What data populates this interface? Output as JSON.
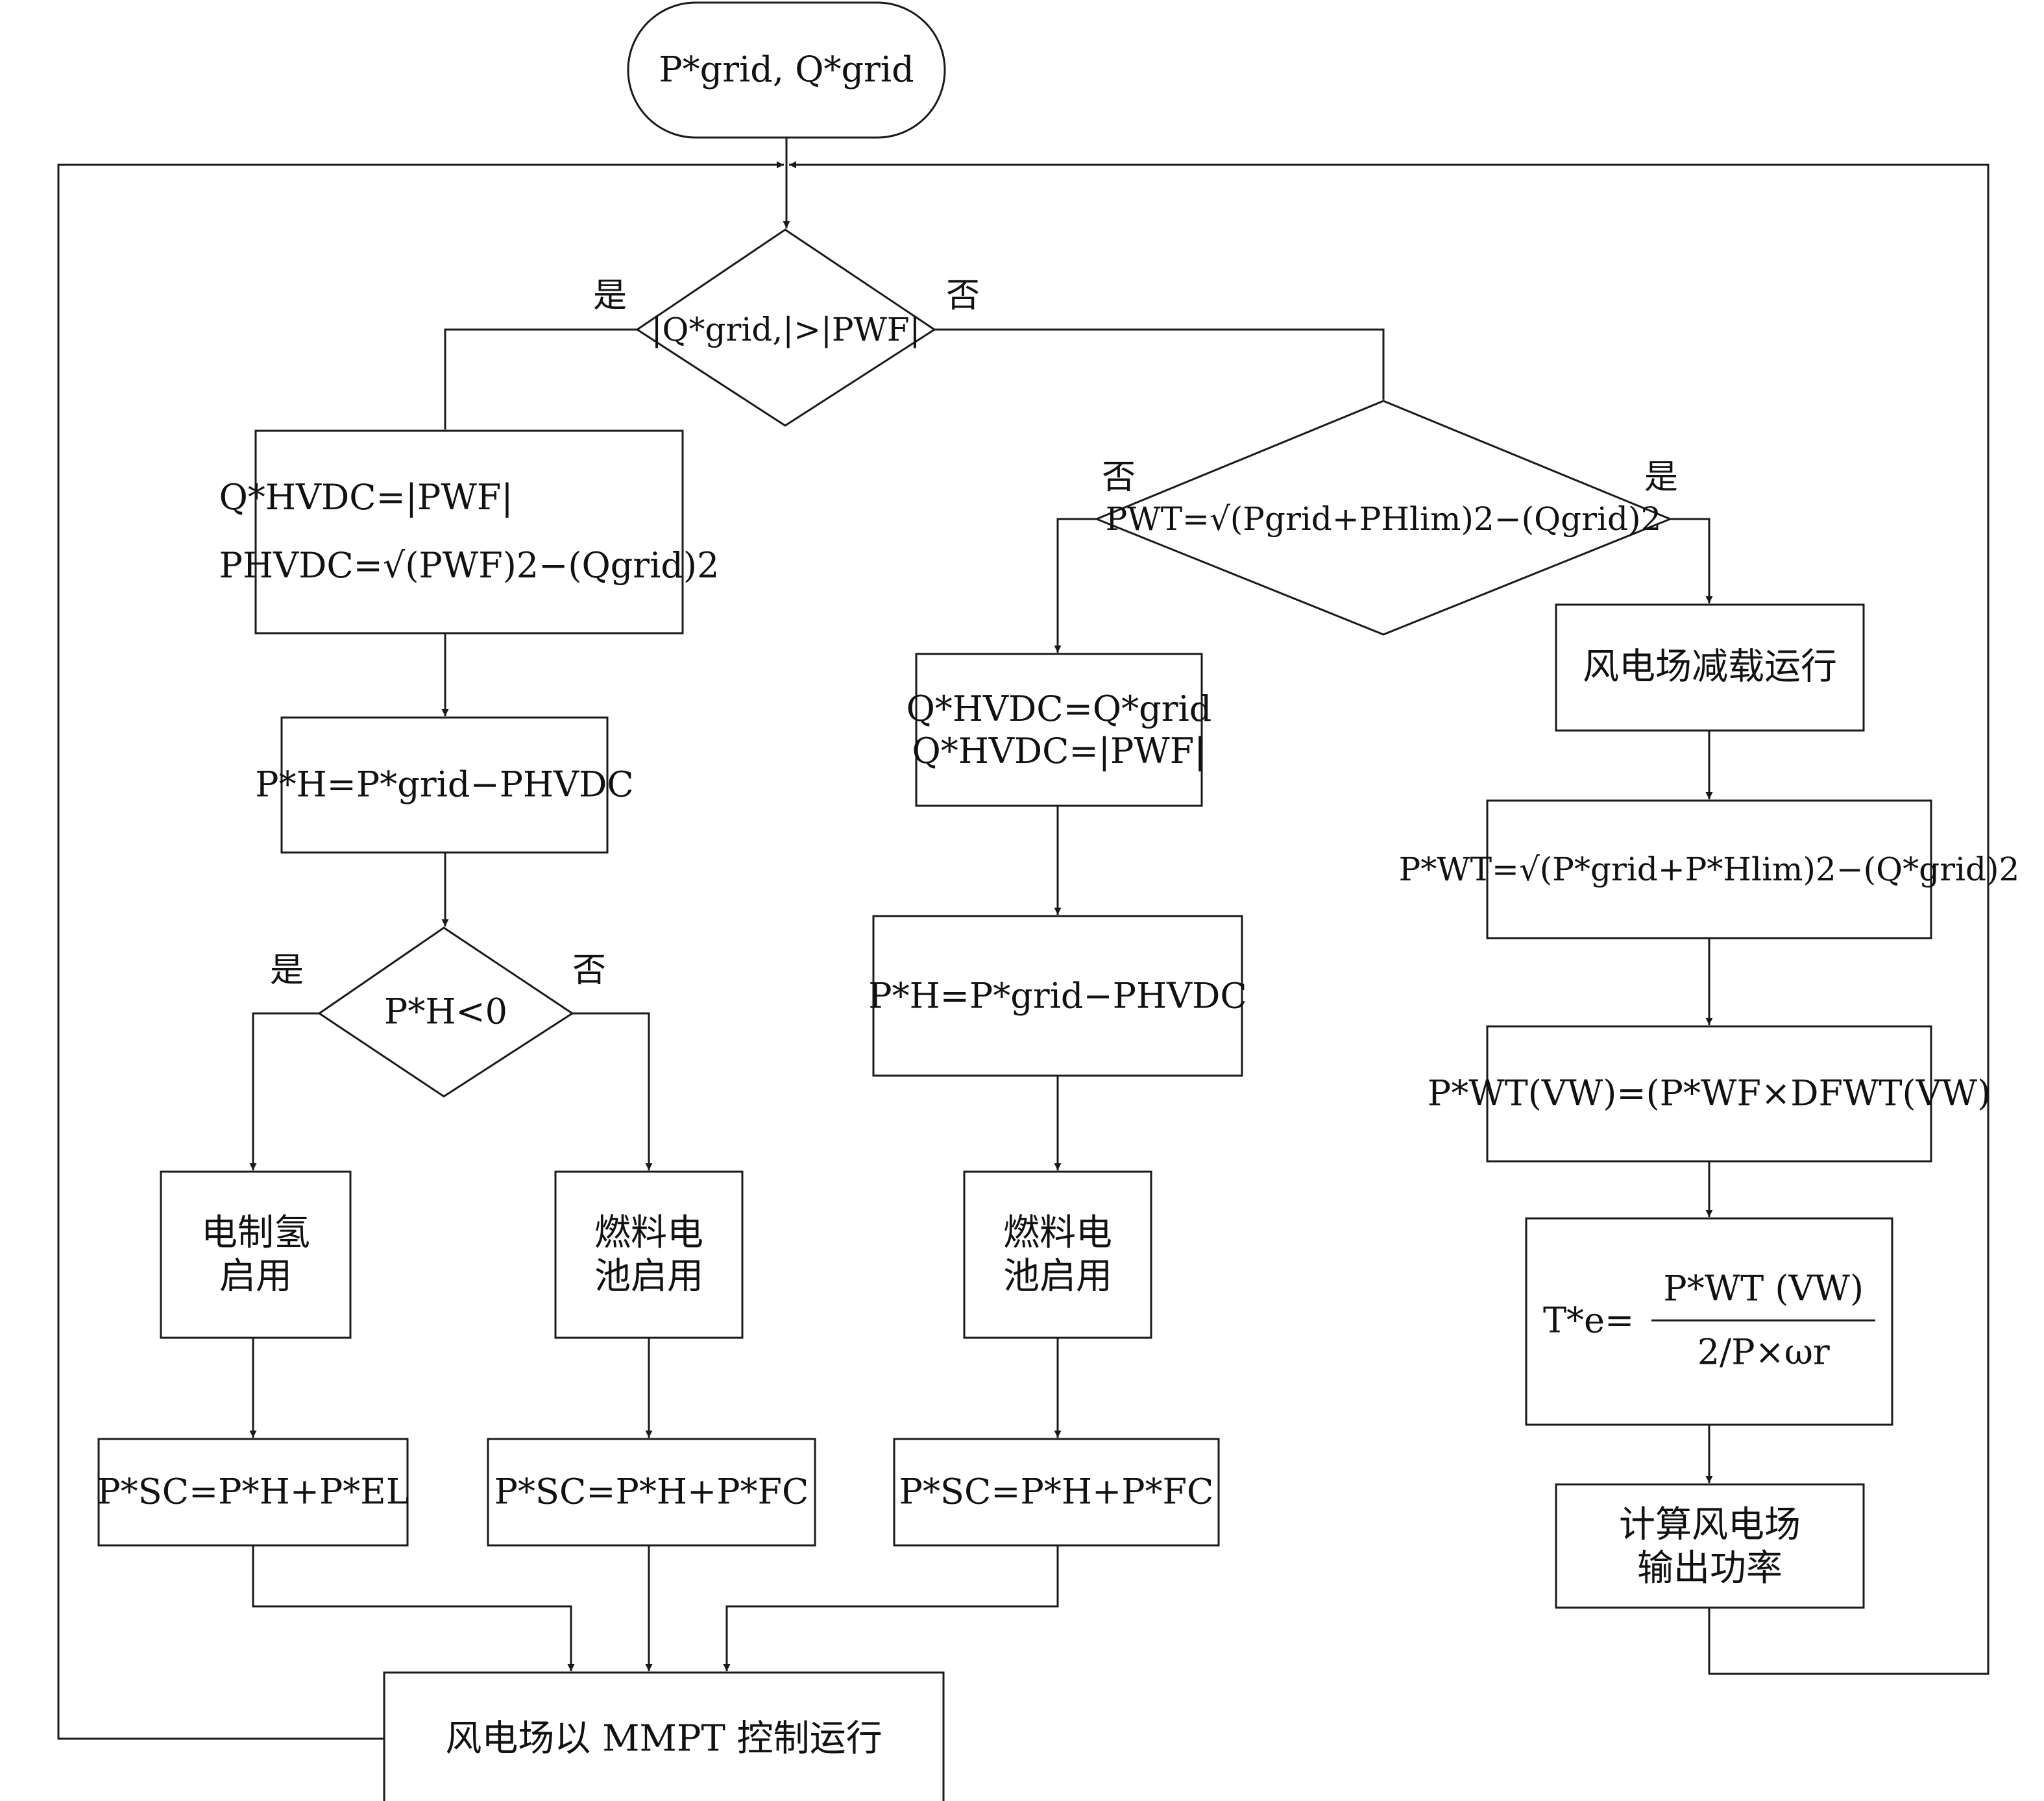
{
  "start": {
    "text": "P*grid, Q*grid"
  },
  "decision_main": {
    "text": "|Q*grid,|>|PWF|",
    "yes_label": "是",
    "no_label": "否"
  },
  "left_branch": {
    "box1": {
      "line1": "Q*HVDC=|PWF|",
      "line2": "PHVDC=√(PWF)2−(Qgrid)2"
    },
    "box2": {
      "text": "P*H=P*grid−PHVDC"
    },
    "decision": {
      "text": "P*H<0",
      "yes_label": "是",
      "no_label": "否"
    },
    "electrolysis": {
      "text": "电制氢启用"
    },
    "fuelcell": {
      "text": "燃料电池启用"
    },
    "sc_el": {
      "text": "P*SC=P*H+P*EL"
    },
    "sc_fc": {
      "text": "P*SC=P*H+P*FC"
    }
  },
  "middle_branch": {
    "decision": {
      "text": "PWT=√(Pgrid+PHlim)2−(Qgrid)2",
      "yes_label": "是",
      "no_label": "否"
    },
    "box1": {
      "line1": "Q*HVDC=Q*grid",
      "line2": "Q*HVDC=|PWF|"
    },
    "box2": {
      "text": "P*H=P*grid−PHVDC"
    },
    "fuelcell": {
      "text": "燃料电池启用"
    },
    "sc_fc": {
      "text": "P*SC=P*H+P*FC"
    }
  },
  "right_branch": {
    "curtail": {
      "text": "风电场减载运行"
    },
    "pwt": {
      "text": "P*WT=√(P*grid+P*Hlim)2−(Q*grid)2"
    },
    "pwt_vw": {
      "text": "P*WT(VW)=(P*WF×DFWT(VW)"
    },
    "torque": {
      "lhs": "T*e=",
      "numerator": "P*WT (VW)",
      "denominator": "2/P×ωr"
    },
    "compute": {
      "text": "计算风电场输出功率"
    }
  },
  "mppt": {
    "text": "风电场以 MMPT 控制运行"
  }
}
